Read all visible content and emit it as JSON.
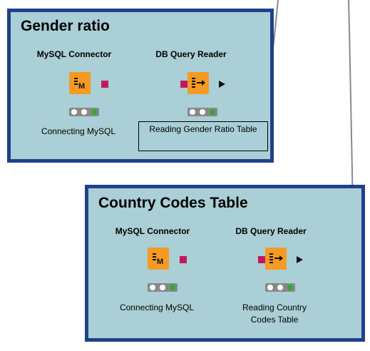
{
  "colors": {
    "annotation_border": "#21408a",
    "annotation_fill": "#aacfd6",
    "node_orange": "#f59a23",
    "db_port": "#c2185b",
    "status_off": "#ffffff",
    "status_green": "#2eab2e",
    "connection_line": "#8a8a8a"
  },
  "workflow": {
    "annotations": [
      {
        "title": "Gender ratio",
        "nodes": [
          {
            "title": "MySQL Connector",
            "icon": "mysql-connector-icon",
            "label": "Connecting MySQL",
            "status": [
              "off",
              "off",
              "green"
            ]
          },
          {
            "title": "DB Query Reader",
            "icon": "db-query-reader-icon",
            "label": "Reading Gender Ratio Table",
            "status": [
              "off",
              "off",
              "green"
            ]
          }
        ]
      },
      {
        "title": "Country Codes Table",
        "nodes": [
          {
            "title": "MySQL Connector",
            "icon": "mysql-connector-icon",
            "label": "Connecting MySQL",
            "status": [
              "off",
              "off",
              "green"
            ]
          },
          {
            "title": "DB Query Reader",
            "icon": "db-query-reader-icon",
            "label": "Reading Country Codes Table",
            "status": [
              "off",
              "off",
              "green"
            ]
          }
        ]
      }
    ]
  }
}
